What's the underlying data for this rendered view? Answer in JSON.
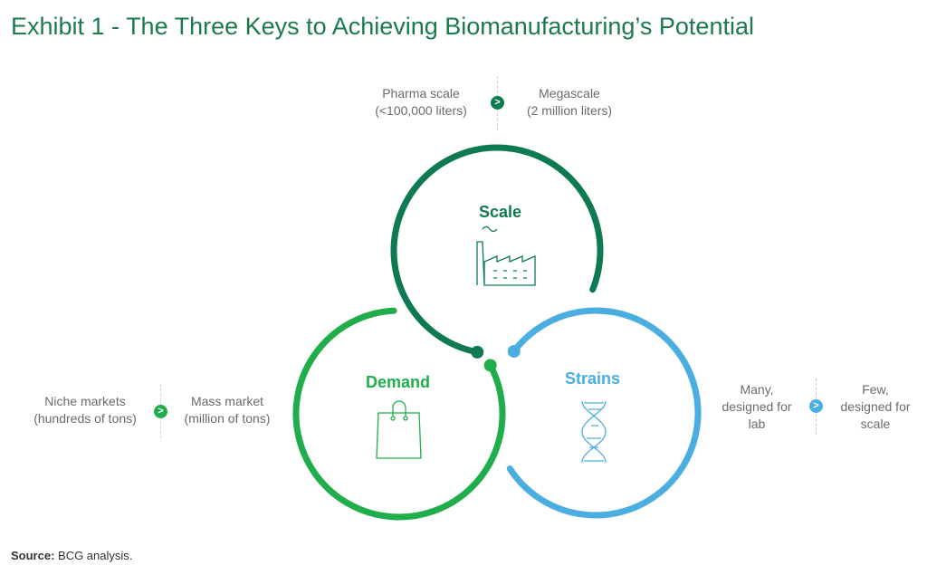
{
  "title": "Exhibit 1 - The Three Keys to Achieving Biomanufacturing’s Potential",
  "colors": {
    "scale": "#0e7a50",
    "demand": "#1fae4b",
    "strains": "#4aaee0"
  },
  "scale": {
    "label": "Scale",
    "from": [
      "Pharma scale",
      "(<100,000 liters)"
    ],
    "to": [
      "Megascale",
      "(2 million liters)"
    ],
    "icon": "factory-icon"
  },
  "demand": {
    "label": "Demand",
    "from": [
      "Niche markets",
      "(hundreds of tons)"
    ],
    "to": [
      "Mass market",
      "(million of tons)"
    ],
    "icon": "shopping-bag-icon"
  },
  "strains": {
    "label": "Strains",
    "from": [
      "Many,",
      "designed for",
      "lab"
    ],
    "to": [
      "Few,",
      "designed for",
      "scale"
    ],
    "icon": "dna-icon"
  },
  "source": {
    "label": "Source:",
    "text": " BCG analysis."
  }
}
